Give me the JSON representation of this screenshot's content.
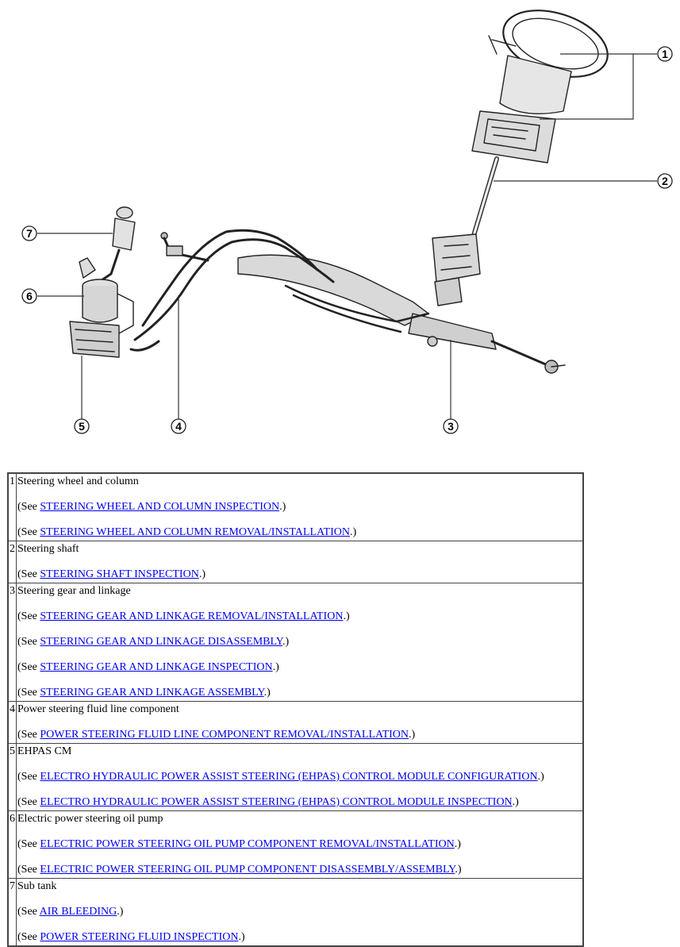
{
  "callouts": [
    "1",
    "2",
    "3",
    "4",
    "5",
    "6",
    "7"
  ],
  "see_prefix": "(See ",
  "see_suffix": ".)",
  "parts": [
    {
      "number": "1",
      "name": "Steering wheel and column",
      "links": [
        "STEERING WHEEL AND COLUMN INSPECTION",
        "STEERING WHEEL AND COLUMN REMOVAL/INSTALLATION"
      ]
    },
    {
      "number": "2",
      "name": "Steering shaft",
      "links": [
        "STEERING SHAFT INSPECTION"
      ]
    },
    {
      "number": "3",
      "name": "Steering gear and linkage",
      "links": [
        "STEERING GEAR AND LINKAGE REMOVAL/INSTALLATION",
        "STEERING GEAR AND LINKAGE DISASSEMBLY",
        "STEERING GEAR AND LINKAGE INSPECTION",
        "STEERING GEAR AND LINKAGE ASSEMBLY"
      ]
    },
    {
      "number": "4",
      "name": "Power steering fluid line component",
      "links": [
        "POWER STEERING FLUID LINE COMPONENT REMOVAL/INSTALLATION"
      ]
    },
    {
      "number": "5",
      "name": "EHPAS CM",
      "links": [
        "ELECTRO HYDRAULIC POWER ASSIST STEERING (EHPAS) CONTROL MODULE CONFIGURATION",
        "ELECTRO HYDRAULIC POWER ASSIST STEERING (EHPAS) CONTROL MODULE INSPECTION"
      ]
    },
    {
      "number": "6",
      "name": "Electric power steering oil pump",
      "links": [
        "ELECTRIC POWER STEERING OIL PUMP COMPONENT REMOVAL/INSTALLATION",
        "ELECTRIC POWER STEERING OIL PUMP COMPONENT DISASSEMBLY/ASSEMBLY"
      ]
    },
    {
      "number": "7",
      "name": "Sub tank",
      "links": [
        "AIR BLEEDING",
        "POWER STEERING FLUID INSPECTION"
      ]
    }
  ]
}
